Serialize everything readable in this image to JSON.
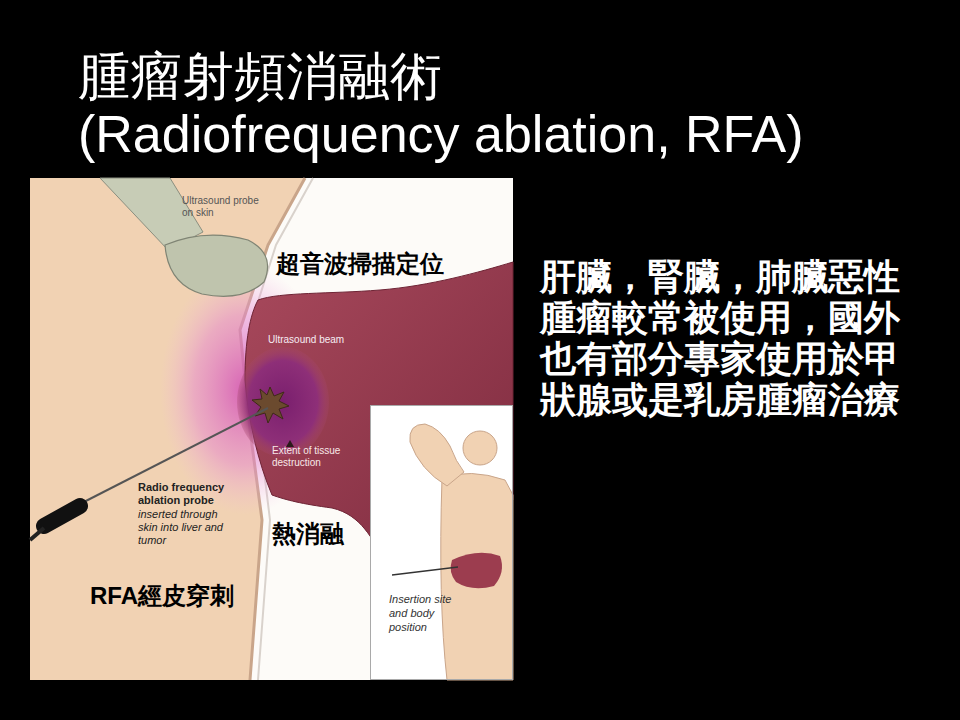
{
  "diagram": {
    "title": "腫瘤射頻消融術",
    "nodes": [
      {
        "text": [
          "Insertion site and body position"
        ]
      }
    ],
    "labels": [
      "(Radiofrequency ablation, RFA)",
      "Ultrasound probe on skin",
      "超音波掃描定位",
      "Ultrasound beam",
      "Extent of tissue destruction",
      "Radio frequency ablation probe",
      "inserted through skin into liver and tumor",
      "熱消融",
      "RFA經皮穿刺",
      "肝臟，腎臟，肺臟惡性腫瘤較常被使用，國外也有部分專家使用於甲狀腺或是乳房腫瘤治療"
    ]
  }
}
